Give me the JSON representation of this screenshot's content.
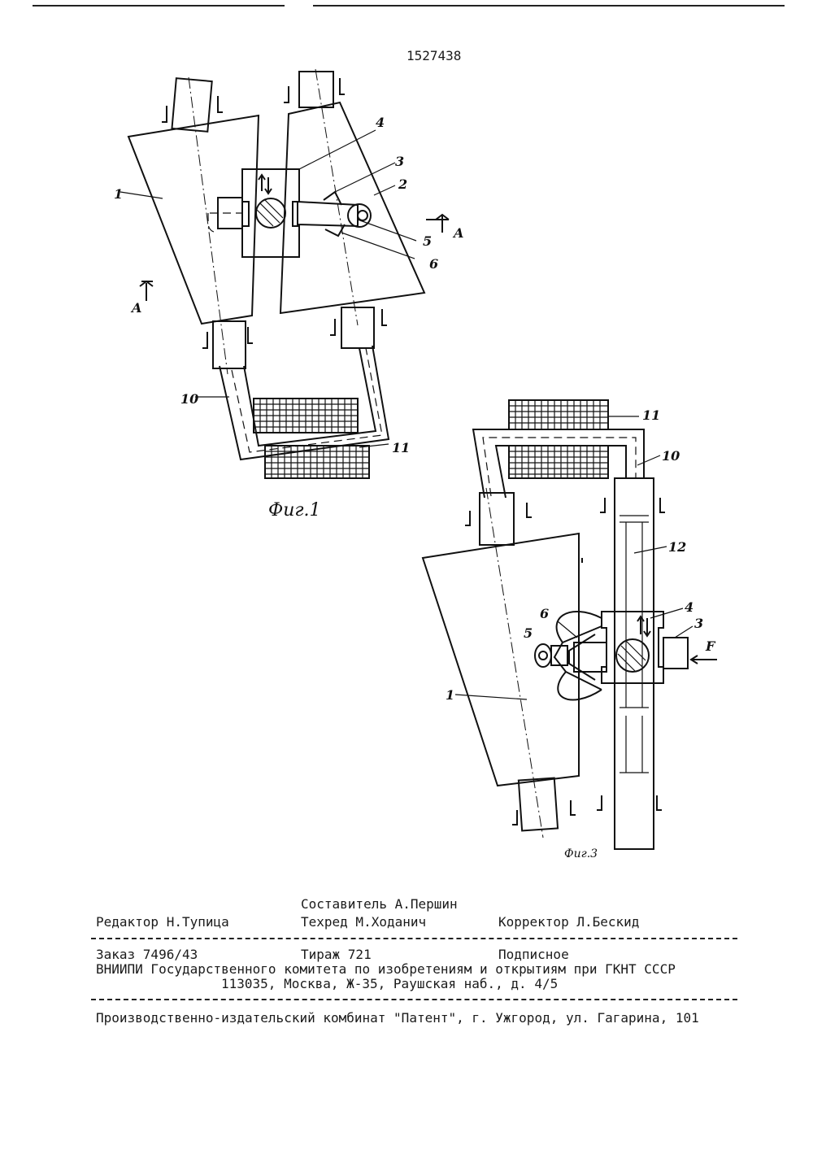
{
  "header": {
    "patent_number": "1527438"
  },
  "figures": {
    "fig1": {
      "caption": "Фиг.1",
      "labels": {
        "p1": "1",
        "p2": "2",
        "p3": "3",
        "p4": "4",
        "p5": "5",
        "p6": "6",
        "p10": "10",
        "p11": "11",
        "section_a_left": "A",
        "section_a_right": "A"
      }
    },
    "fig3": {
      "caption": "Фиг.3",
      "labels": {
        "p1": "1",
        "p3": "3",
        "p4": "4",
        "p5": "5",
        "p6": "6",
        "p10": "10",
        "p11": "11",
        "p12": "12",
        "force": "F"
      }
    }
  },
  "footer": {
    "compiler": "Составитель А.Першин",
    "editor": "Редактор Н.Тупица",
    "techred": "Техред М.Ходанич",
    "corrector": "Корректор Л.Бескид",
    "order": "Заказ 7496/43",
    "circulation": "Тираж 721",
    "subscription": "Подписное",
    "org": "ВНИИПИ Государственного комитета по изобретениям и открытиям при ГКНТ СССР",
    "address": "113035, Москва, Ж-35, Раушская наб., д. 4/5",
    "publisher": "Производственно-издательский комбинат \"Патент\", г. Ужгород, ул. Гагарина, 101"
  }
}
